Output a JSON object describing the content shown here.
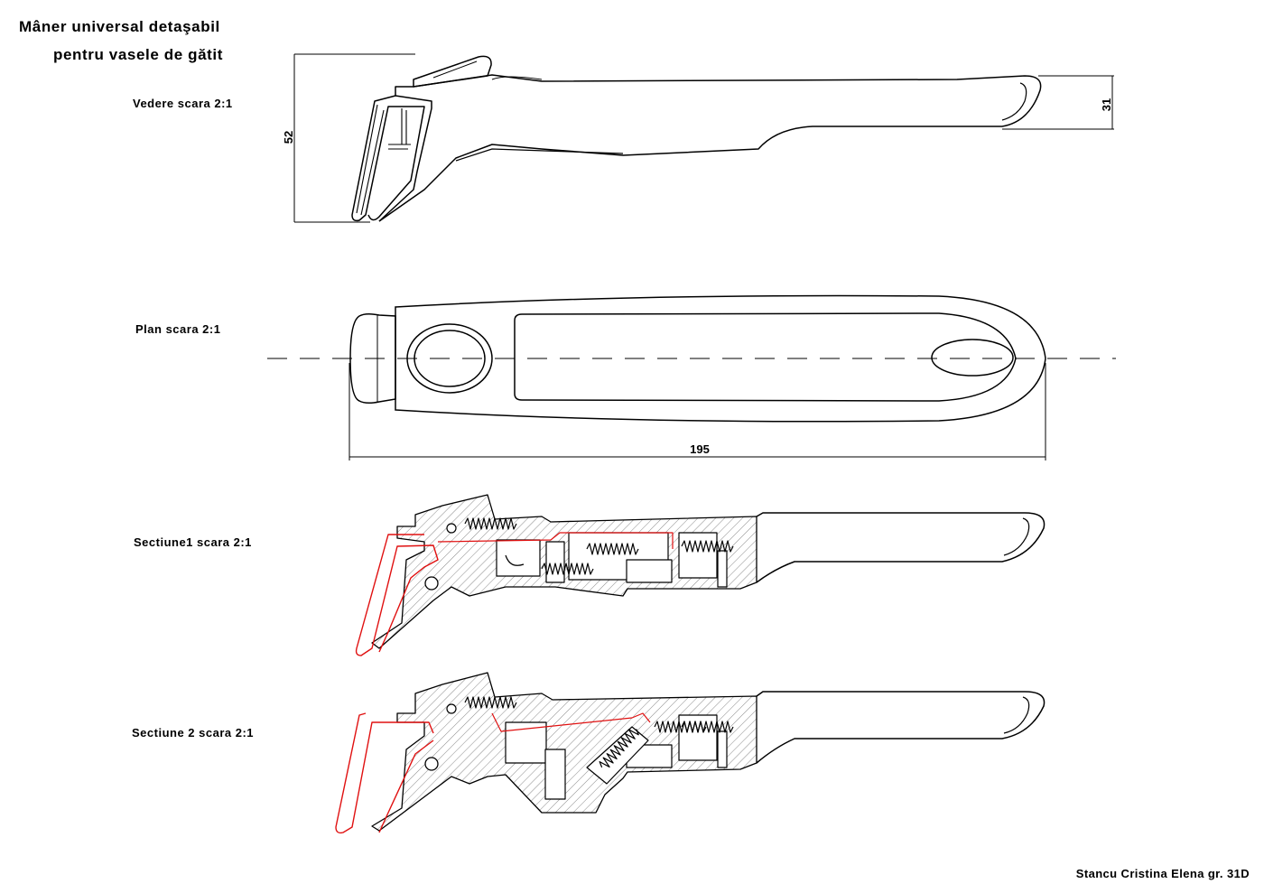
{
  "title": {
    "line1": "Mâner universal detaşabil",
    "line2": "pentru vasele de gătit"
  },
  "views": {
    "side": "Vedere scara 2:1",
    "plan": "Plan scara 2:1",
    "section1": "Sectiune1 scara 2:1",
    "section2": "Sectiune 2 scara 2:1"
  },
  "dimensions": {
    "height": "52",
    "tip_height": "31",
    "length": "195"
  },
  "author": "Stancu Cristina Elena gr. 31D",
  "colors": {
    "line": "#000000",
    "section_highlight": "#e01010",
    "hatch": "#8a8a8a"
  }
}
